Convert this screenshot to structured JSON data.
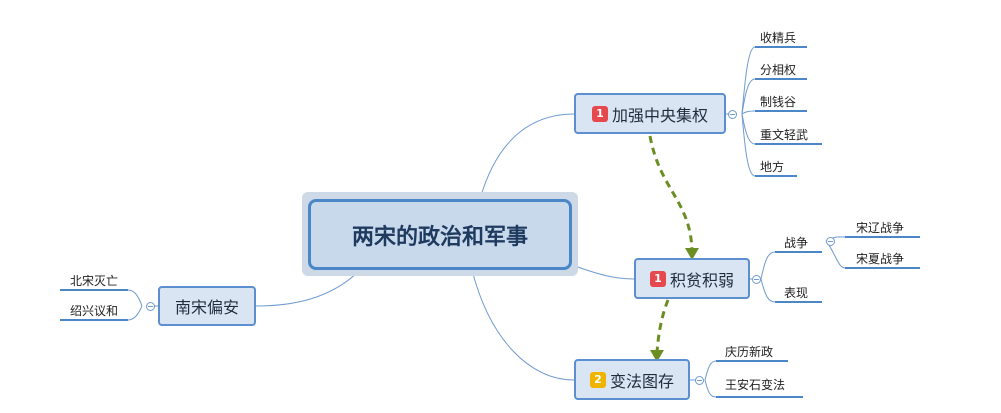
{
  "center": {
    "title": "两宋的政治和军事"
  },
  "topics": {
    "jiaqiang": {
      "badge": "1",
      "badge_color": "#e5484d",
      "label": "加强中央集权",
      "children": [
        "收精兵",
        "分相权",
        "制钱谷",
        "重文轻武",
        "地方"
      ]
    },
    "jipin": {
      "badge": "1",
      "badge_color": "#e5484d",
      "label": "积贫积弱",
      "children": {
        "zhanzheng": {
          "label": "战争",
          "children": [
            "宋辽战争",
            "宋夏战争"
          ]
        },
        "biaoxian": {
          "label": "表现"
        }
      }
    },
    "bianfa": {
      "badge": "2",
      "badge_color": "#f0b400",
      "label": "变法图存",
      "children": [
        "庆历新政",
        "王安石变法"
      ]
    },
    "nansong": {
      "label": "南宋偏安",
      "children": [
        "北宋灭亡",
        "绍兴议和"
      ]
    }
  },
  "colors": {
    "line": "#6f9bd0",
    "relation_arrow": "#6b8e23",
    "main_border": "#5b8fd0"
  }
}
